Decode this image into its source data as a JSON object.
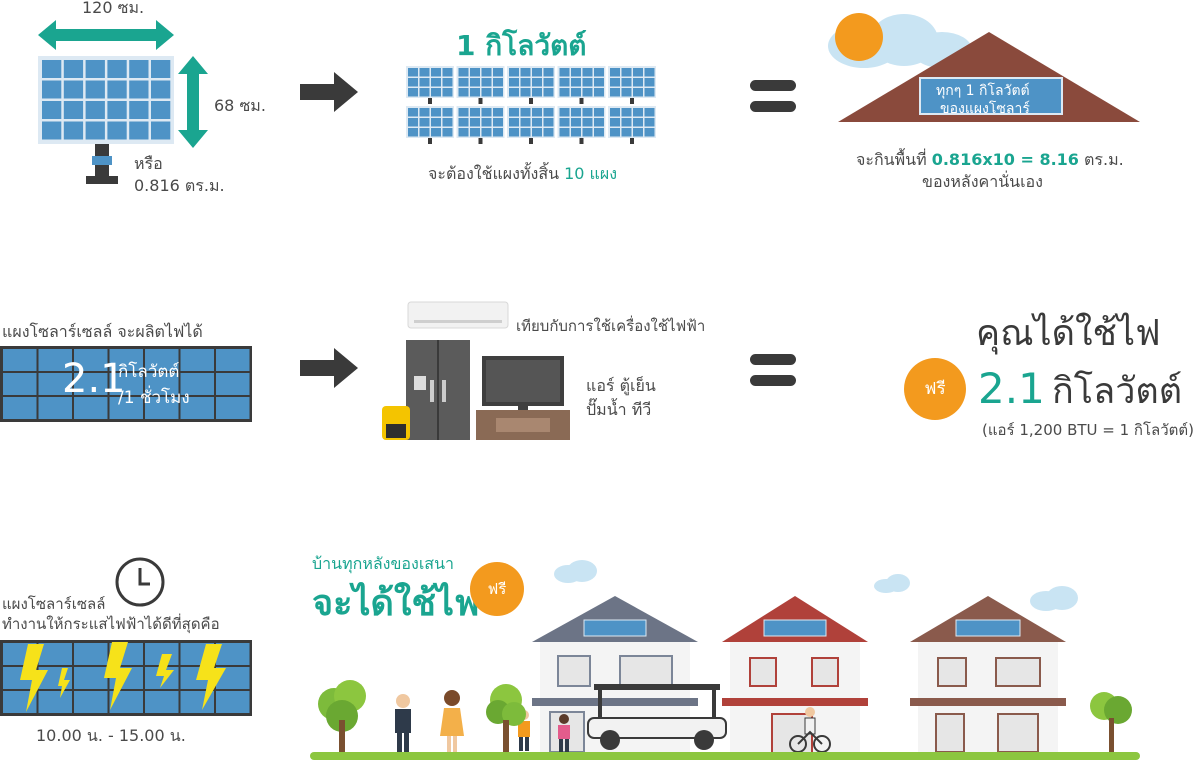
{
  "row1": {
    "panel_width": "120 ซม.",
    "panel_height": "68 ซม.",
    "area_line1": "หรือ",
    "area_line2": "0.816 ตร.ม.",
    "kw_title": "1 กิโลวัตต์",
    "panels_text": "จะต้องใช้แผงทั้งสิ้น",
    "panels_count": "10 แผง",
    "roof_label_line1": "ทุกๆ 1 กิโลวัตต์",
    "roof_label_line2": "ของแผงโซลาร์",
    "roof_area_prefix": "จะกินพื้นที่",
    "roof_area_formula": "0.816x10 = 8.16",
    "roof_area_unit": "ตร.ม.",
    "roof_area_line2": "ของหลังคานั่นเอง"
  },
  "row2": {
    "produce_label": "แผงโซลาร์เซลล์ จะผลิตไฟได้",
    "big_value": "2.1",
    "unit_line1": "กิโลวัตต์",
    "unit_line2": "/1 ชั่วโมง",
    "compare_label": "เทียบกับการใช้เครื่องใช้ไฟฟ้า",
    "appliances_line1": "แอร์ ตู้เย็น",
    "appliances_line2": "ปั๊มน้ำ ทีวี",
    "free_heading": "คุณได้ใช้ไฟ",
    "free_badge": "ฟรี",
    "free_value": "2.1",
    "free_unit": "กิโลวัตต์",
    "note": "(แอร์ 1,200 BTU = 1 กิโลวัตต์)"
  },
  "row3": {
    "work_label_line1": "แผงโซลาร์เซลล์",
    "work_label_line2": "ทำงานให้กระแสไฟฟ้าได้ดีที่สุดคือ",
    "time_range": "10.00 น. - 15.00 น.",
    "village_line1": "บ้านทุกหลังของเสนา",
    "village_line2": "จะได้ใช้ไฟ",
    "village_badge": "ฟรี"
  },
  "colors": {
    "teal": "#1aa590",
    "orange": "#f39a1e",
    "panel_blue": "#4e93c6",
    "roof_brown": "#8a4a3c",
    "dark": "#3a3a3a"
  },
  "icons": [
    "double-arrow-icon",
    "right-arrow-icon",
    "equals-icon",
    "sun-icon",
    "cloud-icon",
    "clock-icon",
    "lightning-icon",
    "tree-icon"
  ]
}
